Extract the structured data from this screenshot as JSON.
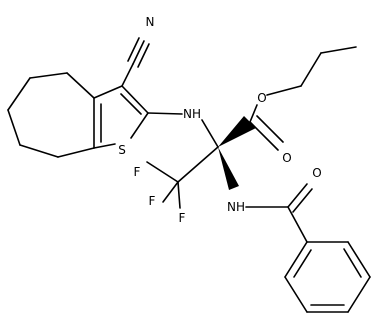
{
  "atom_labels": {
    "n_nitrile": "N",
    "nh_thiophene": "NH",
    "o_ester_single": "O",
    "o_ester_double": "O",
    "s_thiophene": "S",
    "f1": "F",
    "f2": "F",
    "f3": "F",
    "nh_amide": "NH",
    "o_amide": "O"
  },
  "colors": {
    "bond": "#000000",
    "label": "#000000",
    "background": "#ffffff"
  }
}
